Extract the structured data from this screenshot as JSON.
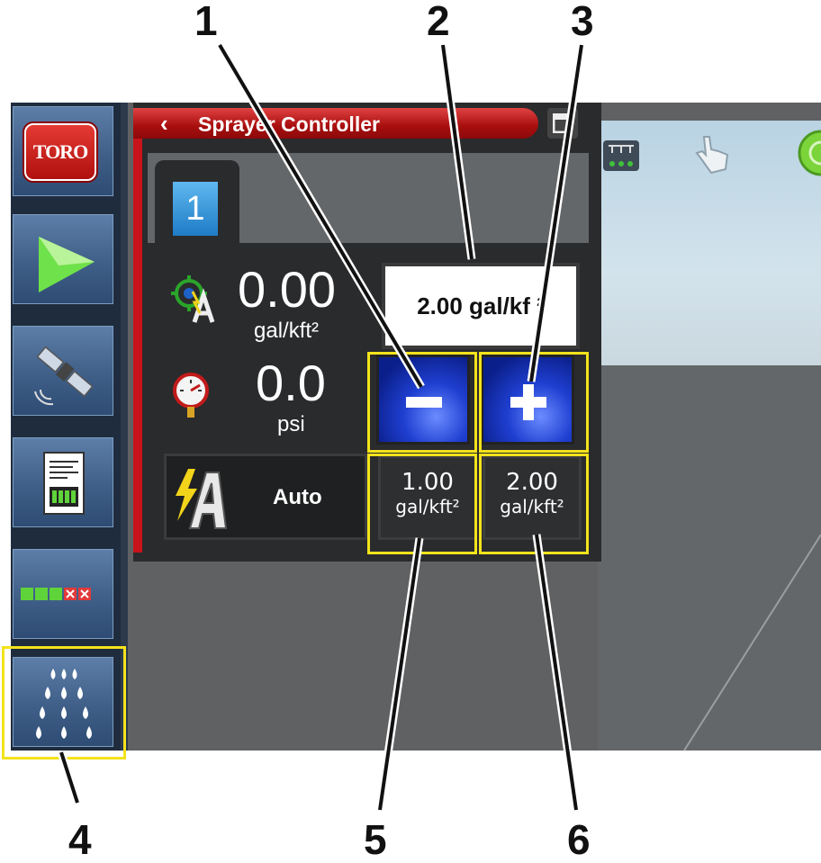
{
  "window": {
    "title": "Sprayer Controller"
  },
  "sidebar": {
    "logo_text": "TORO",
    "items": [
      {
        "name": "toro-logo",
        "icon": "toro-logo"
      },
      {
        "name": "guidance",
        "icon": "play-icon"
      },
      {
        "name": "gps",
        "icon": "satellite-icon"
      },
      {
        "name": "reports",
        "icon": "report-icon"
      },
      {
        "name": "boom-sections",
        "icon": "sections-icon"
      },
      {
        "name": "sprayer",
        "icon": "spray-drops-icon"
      }
    ]
  },
  "tabs": [
    {
      "label": "1"
    }
  ],
  "rate": {
    "value": "0.00",
    "unit": "gal/kft²"
  },
  "pressure": {
    "value": "0.0",
    "unit": "psi"
  },
  "target_rate": {
    "text": "2.00 gal/kf ²"
  },
  "mode": {
    "label": "Auto"
  },
  "presets": [
    {
      "value": "1.00",
      "unit": "gal/kft²"
    },
    {
      "value": "2.00",
      "unit": "gal/kft²"
    }
  ],
  "callouts": [
    "1",
    "2",
    "3",
    "4",
    "5",
    "6"
  ],
  "colors": {
    "highlight": "#f4e31c",
    "header_red": "#c8141a",
    "button_blue": "#1f3fd1",
    "tab_blue": "#2a8ad8"
  }
}
